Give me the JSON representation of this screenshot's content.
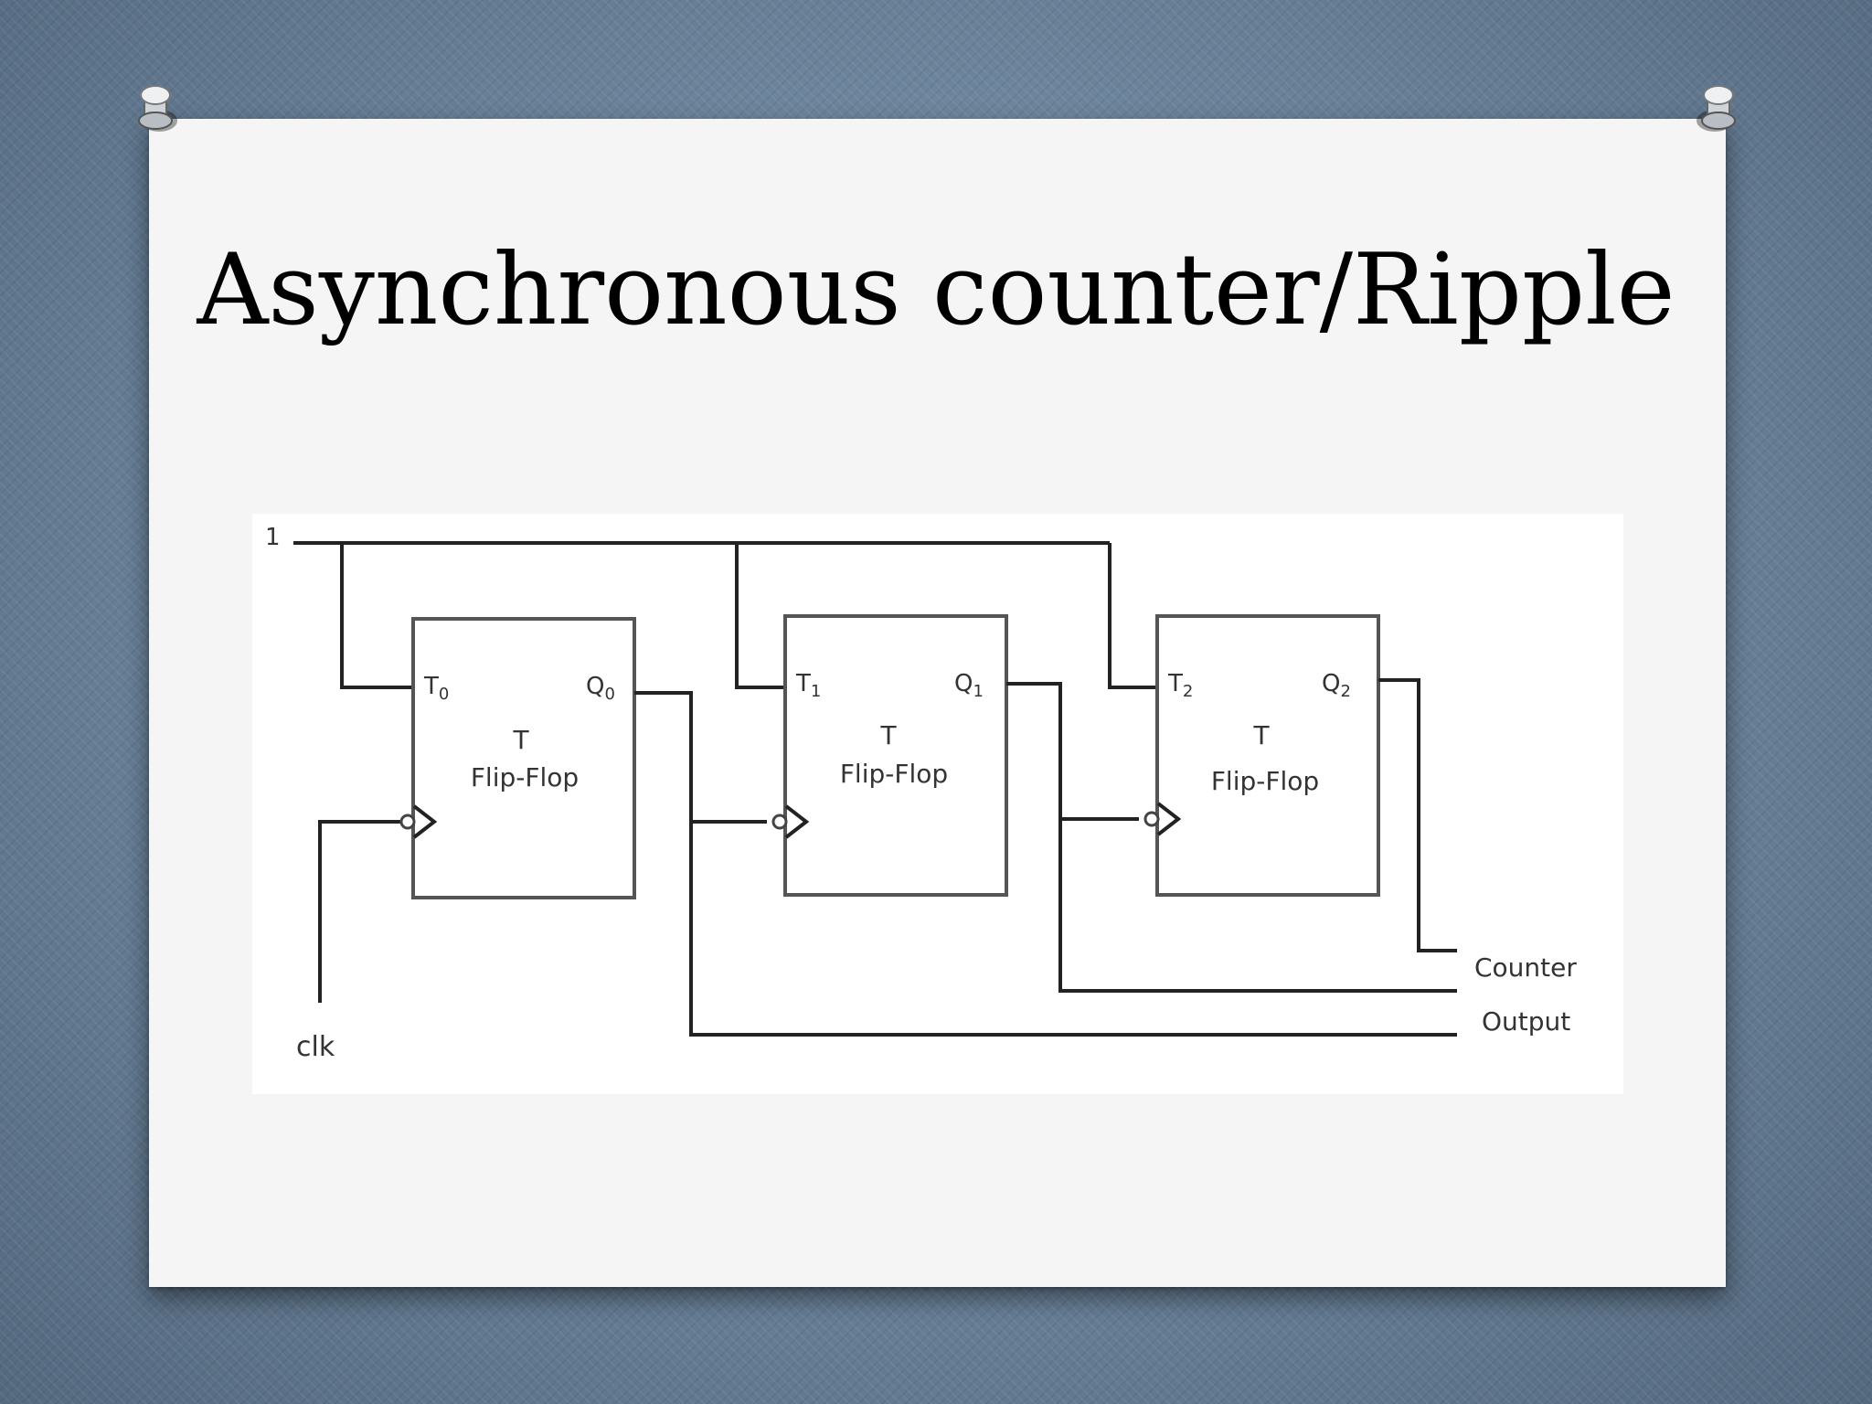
{
  "slide": {
    "title": "Asynchronous counter/Ripple"
  },
  "diagram": {
    "input_label": "1",
    "clock_label": "clk",
    "flip_flops": [
      {
        "type_label": "T",
        "name_label": "Flip-Flop",
        "input_main": "T",
        "input_sub": "0",
        "output_main": "Q",
        "output_sub": "0"
      },
      {
        "type_label": "T",
        "name_label": "Flip-Flop",
        "input_main": "T",
        "input_sub": "1",
        "output_main": "Q",
        "output_sub": "1"
      },
      {
        "type_label": "T",
        "name_label": "Flip-Flop",
        "input_main": "T",
        "input_sub": "2",
        "output_main": "Q",
        "output_sub": "2"
      }
    ],
    "output_label_line1": "Counter",
    "output_label_line2": "Output"
  },
  "colors": {
    "background": "#6f879f",
    "paper": "#f5f5f6",
    "wire": "#222222",
    "box_border": "#555555"
  }
}
